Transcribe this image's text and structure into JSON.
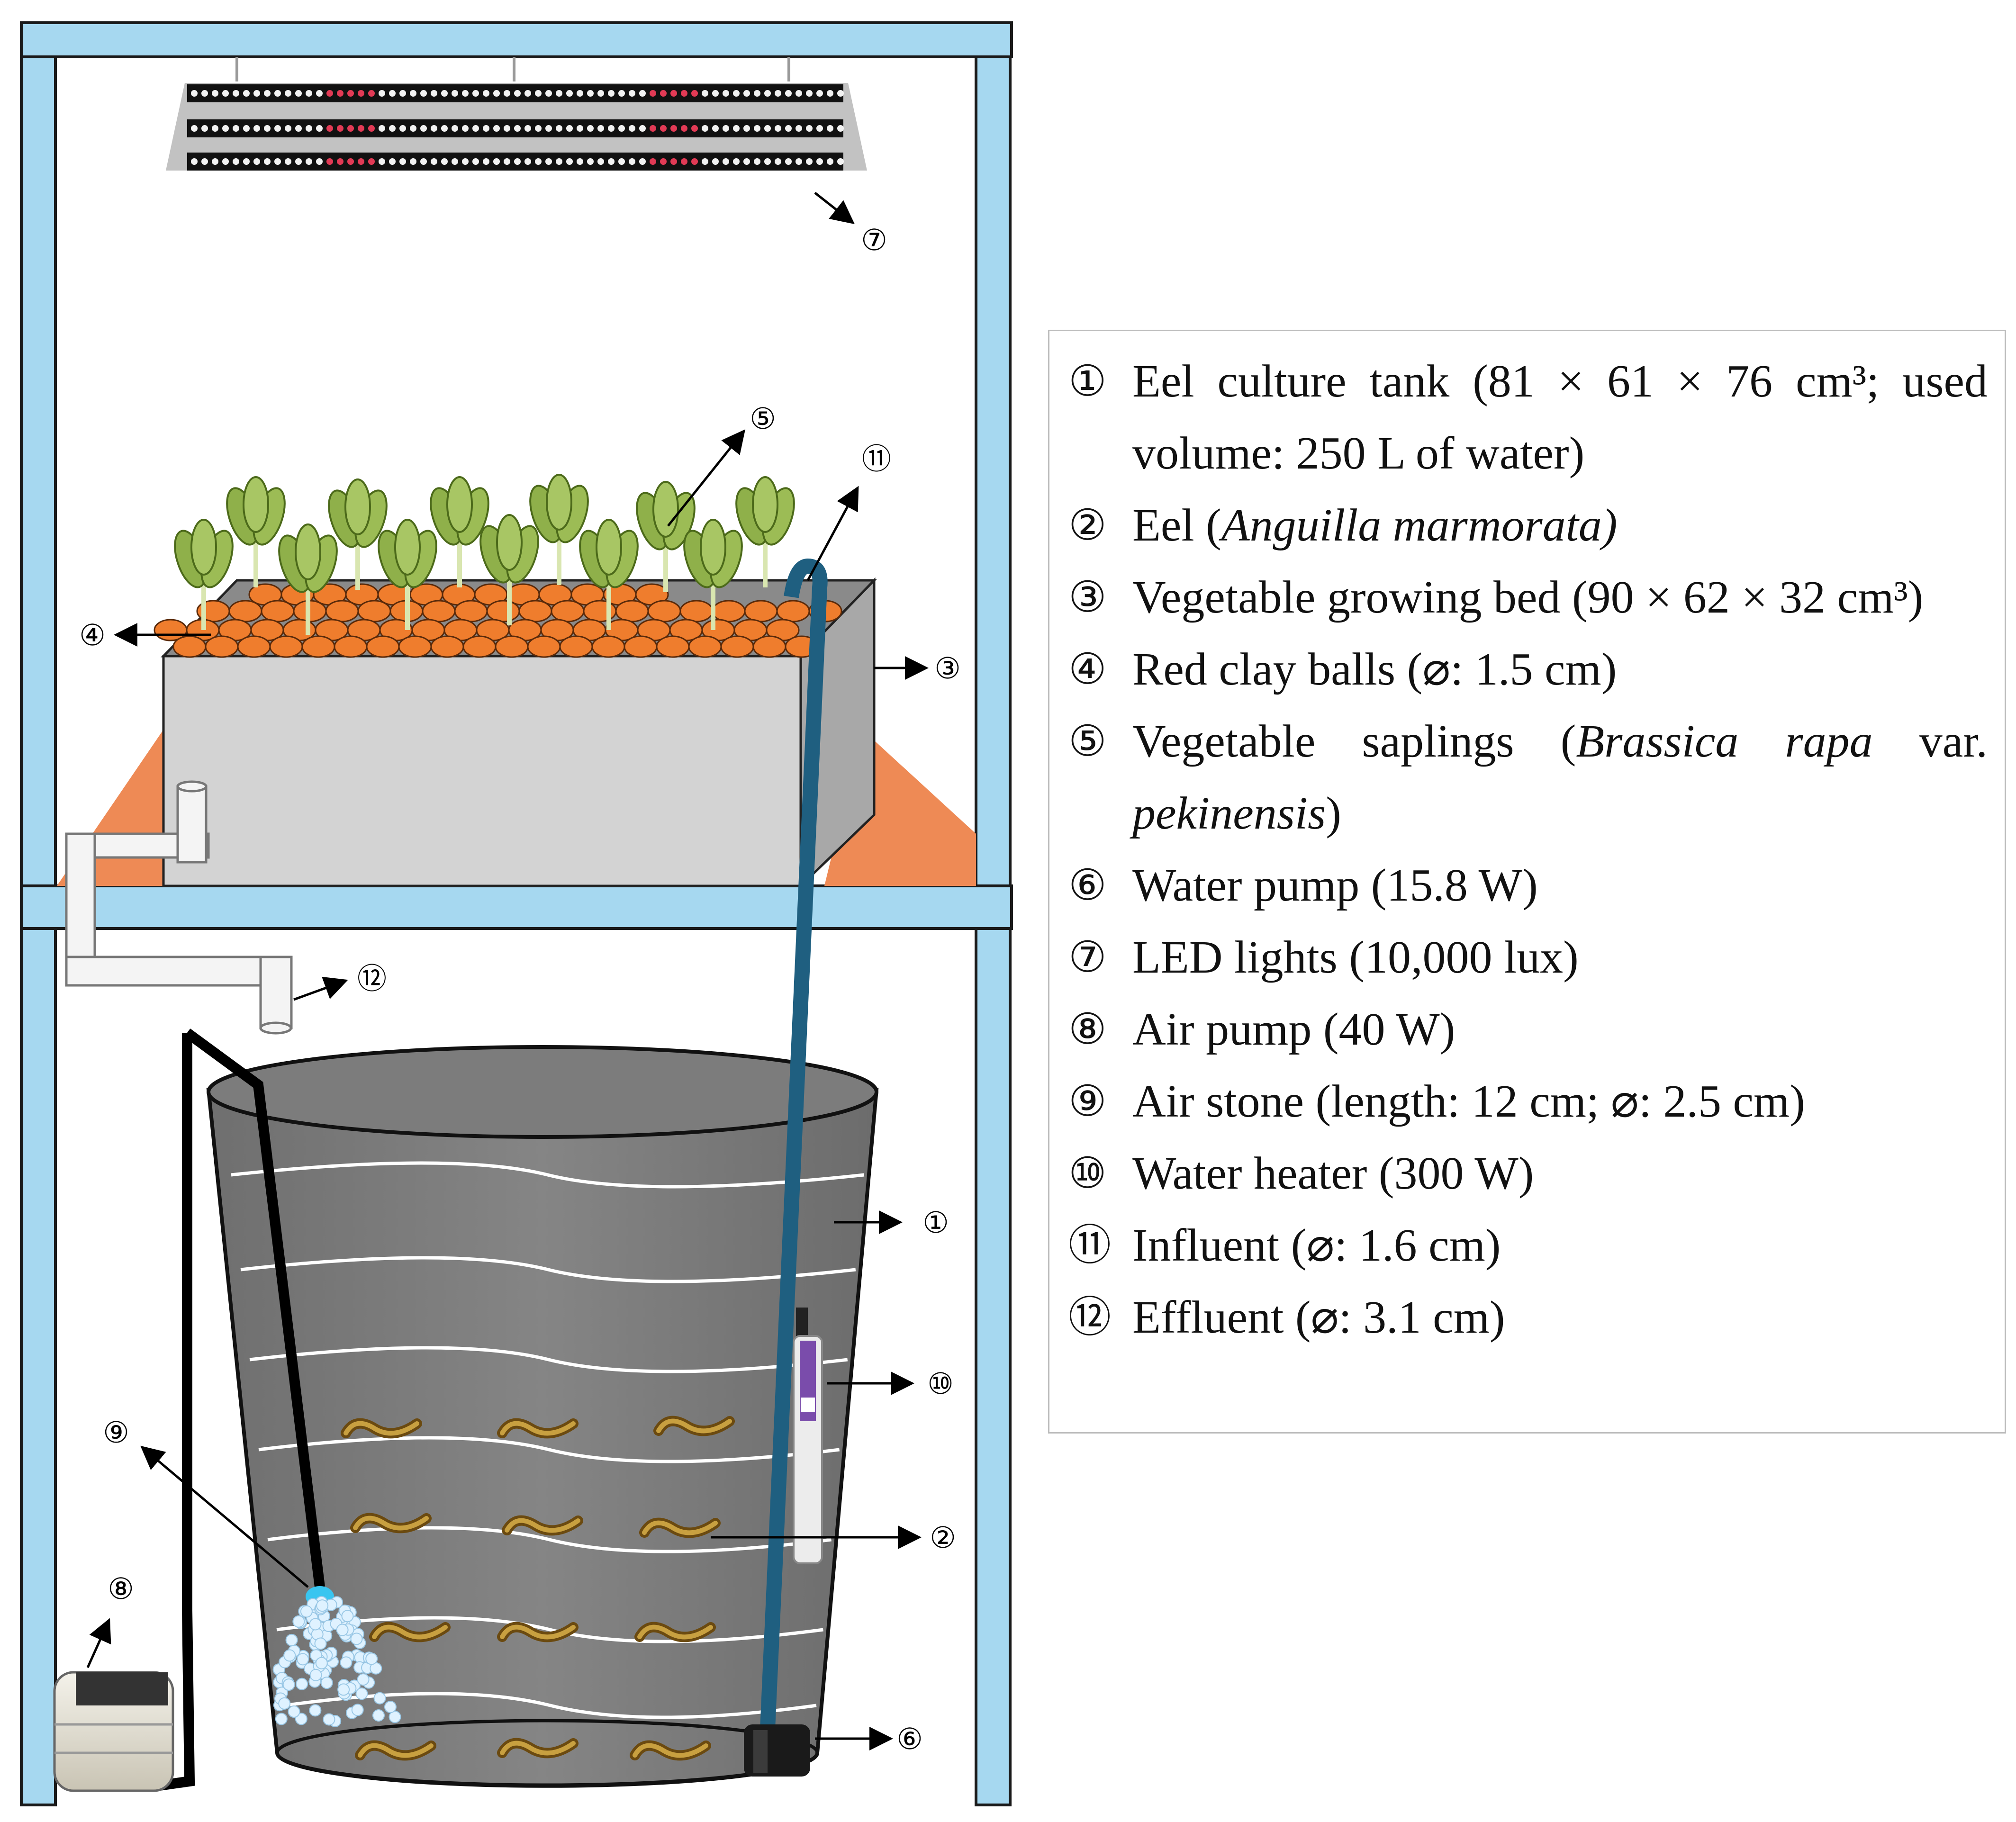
{
  "callouts": [
    "①",
    "②",
    "③",
    "④",
    "⑤",
    "⑥",
    "⑦",
    "⑧",
    "⑨",
    "⑩",
    "⑪",
    "⑫"
  ],
  "colors": {
    "frame": "#a6d8f0",
    "frame_edge": "#1a1a1a",
    "tank": "#7b7b7b",
    "grow_bed": "#d3d3d3",
    "clay_balls": "#ef7d2d",
    "support": "#ee8a55",
    "influent_pipe": "#1f5f80",
    "air_bubbles": "#d9efff",
    "led_red": "#e23a55"
  },
  "icons": [
    "led-light-bar",
    "air-pump",
    "water-pump",
    "water-heater",
    "air-stone",
    "eel",
    "vegetable-sapling",
    "clay-ball"
  ],
  "legend": {
    "items": [
      {
        "num": "①",
        "text": "Eel culture tank (81 × 61 × 76 cm³; used volume: 250 L of water)"
      },
      {
        "num": "②",
        "pre": "Eel (",
        "italic": "Anguilla marmorata)",
        "post": ""
      },
      {
        "num": "③",
        "text": "Vegetable growing bed (90 × 62 × 32 cm³)"
      },
      {
        "num": "④",
        "text": "Red clay balls (⌀: 1.5 cm)"
      },
      {
        "num": "⑤",
        "pre": "Vegetable saplings (",
        "italic": "Brassica rapa",
        "mid": " var. ",
        "italic2": "pekinensis",
        "post": ")"
      },
      {
        "num": "⑥",
        "text": "Water pump (15.8 W)"
      },
      {
        "num": "⑦",
        "text": "LED lights (10,000 lux)"
      },
      {
        "num": "⑧",
        "text": "Air pump (40 W)"
      },
      {
        "num": "⑨",
        "text": "Air stone (length: 12 cm; ⌀: 2.5 cm)"
      },
      {
        "num": "⑩",
        "text": "Water heater (300 W)"
      },
      {
        "num": "⑪",
        "text": "Influent (⌀: 1.6 cm)"
      },
      {
        "num": "⑫",
        "text": "Effluent (⌀: 3.1 cm)"
      }
    ]
  }
}
